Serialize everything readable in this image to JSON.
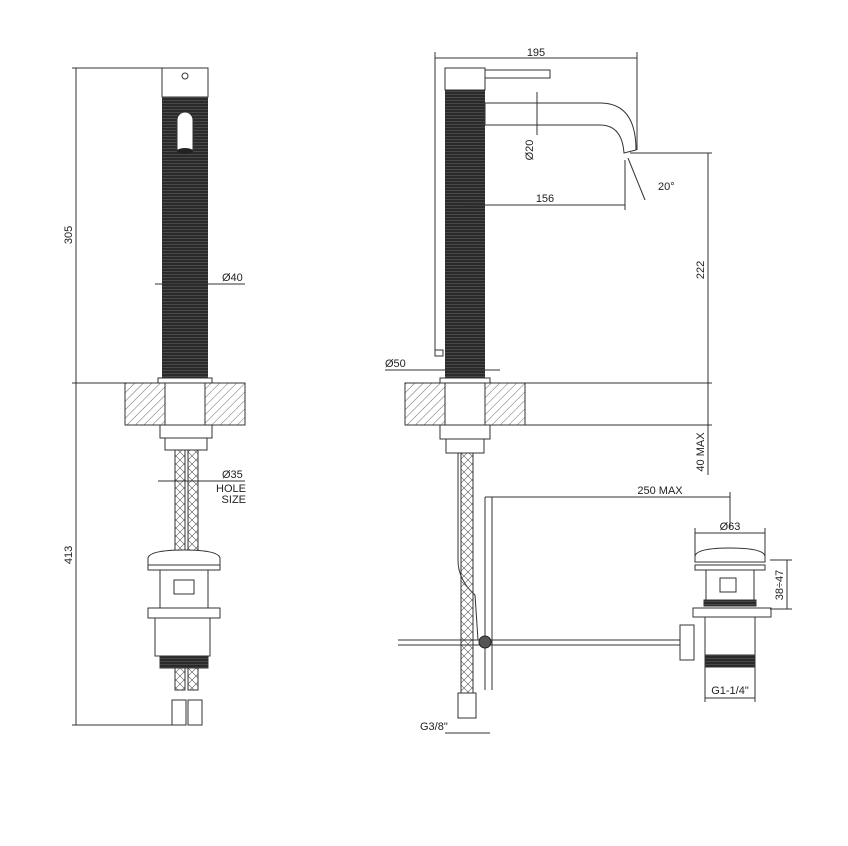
{
  "drawing": {
    "front_view": {
      "height_top": "305",
      "height_bottom": "413",
      "body_diameter": "Ø40",
      "hole_diameter": "Ø35",
      "hole_label_1": "HOLE",
      "hole_label_2": "SIZE"
    },
    "side_view": {
      "width": "195",
      "spout_diameter": "Ø20",
      "spout_reach": "156",
      "spout_angle": "20°",
      "spout_height": "222",
      "base_diameter": "Ø50",
      "deck_thickness": "40 MAX",
      "waste_distance": "250 MAX",
      "hose_thread": "G3/8\""
    },
    "waste_view": {
      "cap_diameter": "Ø63",
      "cap_travel": "38÷47",
      "thread": "G1-1/4\""
    }
  }
}
